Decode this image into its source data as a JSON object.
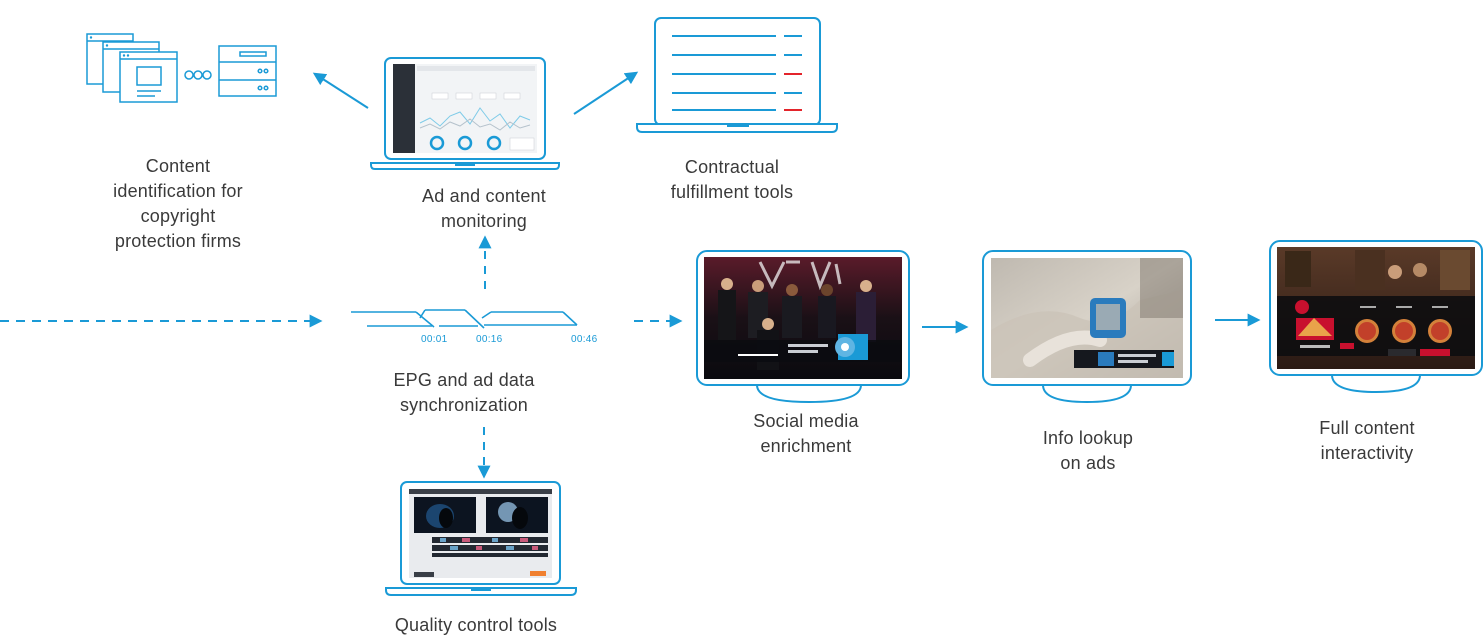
{
  "colors": {
    "accent": "#1a9ad6",
    "red_line": "#e3242b",
    "text": "#3a3a3a",
    "pizza_brand": "#c8102e"
  },
  "labels": {
    "content_identification": [
      "Content",
      "identification for",
      "copyright",
      "protection firms"
    ],
    "ad_monitoring": [
      "Ad and content",
      "monitoring"
    ],
    "contractual": [
      "Contractual",
      "fulfillment tools"
    ],
    "epg_sync": [
      "EPG and ad data",
      "synchronization"
    ],
    "social_media": [
      "Social media",
      "enrichment"
    ],
    "info_lookup": [
      "Info lookup",
      "on ads"
    ],
    "full_content": [
      "Full content",
      "interactivity"
    ],
    "quality_control": [
      "Quality control tools"
    ]
  },
  "timestamps": [
    "00:01",
    "00:16",
    "00:46"
  ],
  "icons": {
    "content_identification": "browser-windows-server-icon",
    "ad_monitoring": "laptop-dashboard-icon",
    "contractual": "laptop-list-icon",
    "quality_control": "laptop-video-editor-icon",
    "social_media": "tv-screen-icon",
    "info_lookup": "tv-screen-icon",
    "full_content": "tv-screen-icon"
  }
}
